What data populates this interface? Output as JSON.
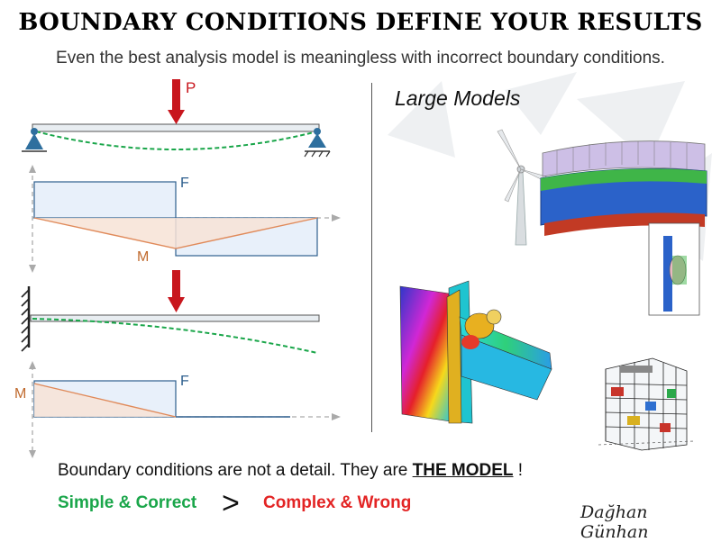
{
  "header": {
    "title": "BOUNDARY CONDITIONS DEFINE YOUR RESULTS",
    "subtitle": "Even the best analysis model is meaningless with incorrect boundary conditions."
  },
  "diagram_labels": {
    "load_p": "P",
    "shear_f_1": "F",
    "moment_m_1": "M",
    "shear_f_2": "F",
    "moment_m_2": "M"
  },
  "right_panel": {
    "heading": "Large Models",
    "images": [
      {
        "name": "wind-turbine-flange-model"
      },
      {
        "name": "steel-joint-stress-contour"
      },
      {
        "name": "building-frame-model"
      }
    ]
  },
  "footer": {
    "statement_prefix": "Boundary conditions are not a detail. They are ",
    "statement_emphasis": "THE MODEL",
    "statement_suffix": " !",
    "simple_correct": "Simple & Correct",
    "greater_than": ">",
    "complex_wrong": "Complex & Wrong",
    "signature": "Dağhan Günhan"
  },
  "colors": {
    "load_arrow": "#c8161d",
    "deflection": "#1aa64a",
    "shear_fill": "#e8f0fa",
    "shear_stroke": "#2e5f8e",
    "moment_line": "#e08a5a",
    "moment_fill": "#f7e3d6",
    "support": "#2e6f9e"
  }
}
